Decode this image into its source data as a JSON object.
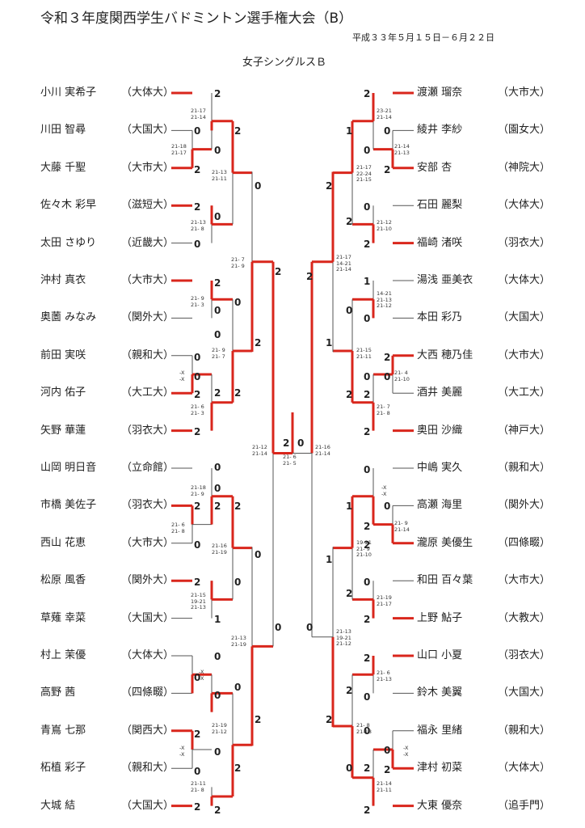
{
  "title": "令和３年度関西学生バドミントン選手権大会（B）",
  "dates": "平成３３年５月１５日－６月２２日",
  "event": "女子シングルスＢ",
  "left_players": [
    {
      "name": "小川 実希子",
      "team": "（大体大）"
    },
    {
      "name": "川田 智尋",
      "team": "（大国大）"
    },
    {
      "name": "大藤 千聖",
      "team": "（大市大）"
    },
    {
      "name": "佐々木 彩早",
      "team": "（滋短大）"
    },
    {
      "name": "太田 さゆり",
      "team": "（近畿大）"
    },
    {
      "name": "沖村 真衣",
      "team": "（大市大）"
    },
    {
      "name": "奥薗 みなみ",
      "team": "（関外大）"
    },
    {
      "name": "前田 実咲",
      "team": "（親和大）"
    },
    {
      "name": "河内 佑子",
      "team": "（大工大）"
    },
    {
      "name": "矢野 華蓮",
      "team": "（羽衣大）"
    },
    {
      "name": "山岡 明日音",
      "team": "（立命館）"
    },
    {
      "name": "市橋 美佐子",
      "team": "（羽衣大）"
    },
    {
      "name": "西山 花恵",
      "team": "（大市大）"
    },
    {
      "name": "松原 風香",
      "team": "（関外大）"
    },
    {
      "name": "草薙 幸菜",
      "team": "（大国大）"
    },
    {
      "name": "村上 茉優",
      "team": "（大体大）"
    },
    {
      "name": "高野 茜",
      "team": "（四條畷）"
    },
    {
      "name": "青嶌 七那",
      "team": "（関西大）"
    },
    {
      "name": "柘植 彩子",
      "team": "（親和大）"
    },
    {
      "name": "大城 結",
      "team": "（大国大）"
    }
  ],
  "right_players": [
    {
      "name": "渡瀬 瑠奈",
      "team": "（大市大）"
    },
    {
      "name": "綾井 李紗",
      "team": "（園女大）"
    },
    {
      "name": "安部 杏",
      "team": "（神院大）"
    },
    {
      "name": "石田 麗梨",
      "team": "（大体大）"
    },
    {
      "name": "福崎 渚咲",
      "team": "（羽衣大）"
    },
    {
      "name": "湯浅 亜美衣",
      "team": "（大体大）"
    },
    {
      "name": "本田 彩乃",
      "team": "（大国大）"
    },
    {
      "name": "大西 穂乃佳",
      "team": "（大市大）"
    },
    {
      "name": "酒井 美麗",
      "team": "（大工大）"
    },
    {
      "name": "奥田 沙織",
      "team": "（神戸大）"
    },
    {
      "name": "中嶋 実久",
      "team": "（親和大）"
    },
    {
      "name": "高瀬 海里",
      "team": "（関外大）"
    },
    {
      "name": "瀧原 美優生",
      "team": "（四條畷）"
    },
    {
      "name": "和田 百々葉",
      "team": "（大市大）"
    },
    {
      "name": "上野 鮎子",
      "team": "（大教大）"
    },
    {
      "name": "山口 小夏",
      "team": "（羽衣大）"
    },
    {
      "name": "鈴木 美翼",
      "team": "（大国大）"
    },
    {
      "name": "福永 里緒",
      "team": "（親和大）"
    },
    {
      "name": "津村 初菜",
      "team": "（大体大）"
    },
    {
      "name": "大東 優奈",
      "team": "（追手門）"
    }
  ],
  "scores": [
    "21-17\n21-14",
    "21-18\n21-17",
    "21-13\n21-11",
    "21-13\n21- 8",
    "21- 7\n21- 9",
    "21- 9\n21- 3",
    "-X\n-X",
    "21- 9\n21- 7",
    "21- 6\n21- 3",
    "21-12\n21-14",
    "21- 6\n21- 5",
    "21-16\n21-14",
    "21-18\n21- 9",
    "21- 6\n21- 8",
    "21-16\n21-19",
    "21-15\n19-21\n21-13",
    "-X\n-X",
    "21-13\n21-19",
    "21-19\n21-12",
    "-X\n-X",
    "21-11\n21- 8",
    "23-21\n21-14",
    "21-14\n21-13",
    "21-17\n22-24\n21-15",
    "21-12\n21-10",
    "21-17\n14-21\n21-14",
    "14-21\n21-13\n21-12",
    "21-15\n21-11",
    "21- 4\n21-10",
    "21- 7\n21- 8",
    "-X\n-X",
    "21- 9\n21-14",
    "19-21\n21- 9\n21-10",
    "21-19\n21-17",
    "21-13\n19-21\n21-12",
    "21- 6\n21-13",
    "21- 8\n21-18",
    "-X\n-X",
    "21-14\n21-11"
  ],
  "results": [
    "0",
    "1",
    "2"
  ]
}
